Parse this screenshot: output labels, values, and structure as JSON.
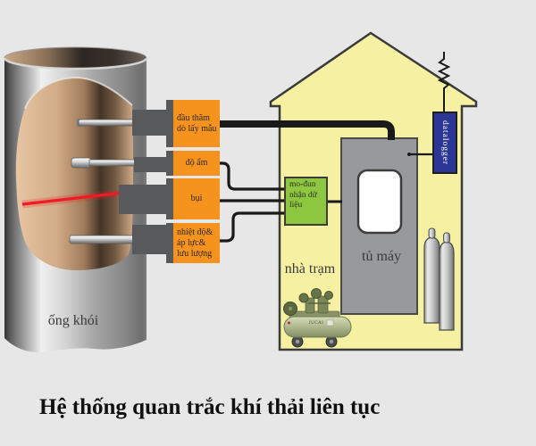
{
  "title": "Hệ thống quan trắc khí thải liên tục",
  "chimney": {
    "label": "ống khói"
  },
  "sensors": [
    {
      "label": "đầu thăm dò lấy mẫu"
    },
    {
      "label": "độ ẩm"
    },
    {
      "label": "bụi"
    },
    {
      "label": "nhiệt độ& áp lực& lưu lượng"
    }
  ],
  "station": {
    "house_label": "nhà trạm",
    "cabinet_label": "tủ máy",
    "module_label": "mo-đun nhận dữ liệu",
    "datalogger_label": "datalogger",
    "compressor_brand": "JUCAI"
  },
  "colors": {
    "background": "#e7e7e8",
    "sensor_orange": "#f6921e",
    "connector_gray": "#58595b",
    "house_yellow": "#f6f1a2",
    "module_green": "#8dc63f",
    "datalogger_blue": "#2c3795",
    "cabinet_gray": "#97999c",
    "beam_red": "#ed1c24",
    "cable_black": "#1a1a1a"
  }
}
